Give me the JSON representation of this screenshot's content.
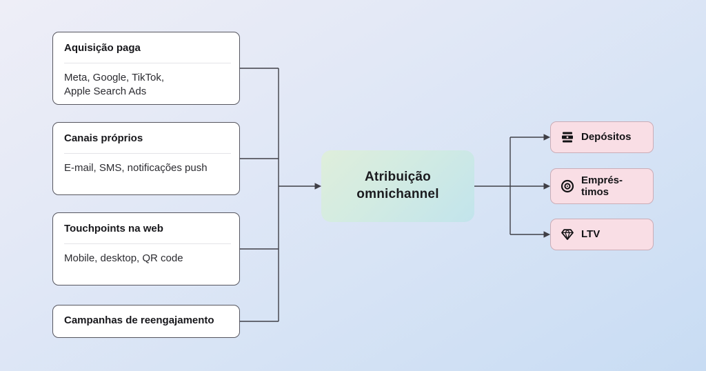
{
  "diagram_title": "Atribuição omnichannel flow",
  "colors": {
    "background_start": "#eeeef7",
    "background_end": "#c8dcf3",
    "card_fill": "#ffffff",
    "card_border": "#55555e",
    "center_gradient_start": "#dfeedb",
    "center_gradient_end": "#c2e4ec",
    "output_fill": "#f9dee5",
    "output_border": "#caacb6",
    "connector": "#3f3f46"
  },
  "sources": [
    {
      "title": "Aquisição paga",
      "body": "Meta, Google, TikTok,\nApple Search Ads"
    },
    {
      "title": "Canais próprios",
      "body": "E-mail, SMS, notificações push"
    },
    {
      "title": "Touchpoints na web",
      "body": "Mobile, desktop, QR code"
    },
    {
      "title": "Campanhas de reengajamento",
      "body": ""
    }
  ],
  "center": {
    "label": "Atribuição\nomnichannel"
  },
  "outputs": [
    {
      "label": "Depósitos",
      "icon": "cash-stack-icon"
    },
    {
      "label": "Emprés-\ntimos",
      "icon": "target-coin-icon"
    },
    {
      "label": "LTV",
      "icon": "diamond-icon"
    }
  ]
}
